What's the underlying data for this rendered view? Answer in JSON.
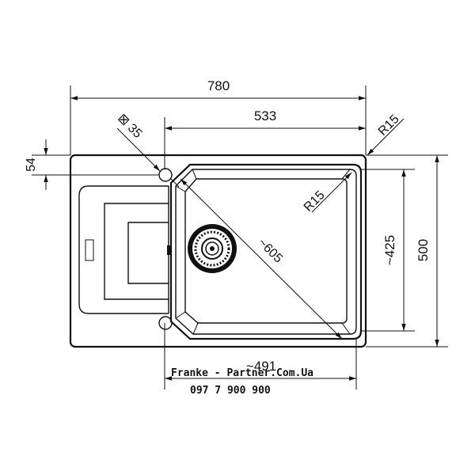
{
  "dimensions": {
    "overall_width": "780",
    "bowl_width": "533",
    "tap_hole": "⊠ 35",
    "corner_radius_outer": "R15",
    "corner_radius_bowl": "R15",
    "top_offset": "54",
    "diagonal": "~605",
    "bowl_depth": "~425",
    "overall_depth": "500",
    "bowl_bottom_width": "~491"
  },
  "watermark": {
    "site": "Franke - Partner.Com.Ua",
    "phone": "097 7 900 900"
  }
}
